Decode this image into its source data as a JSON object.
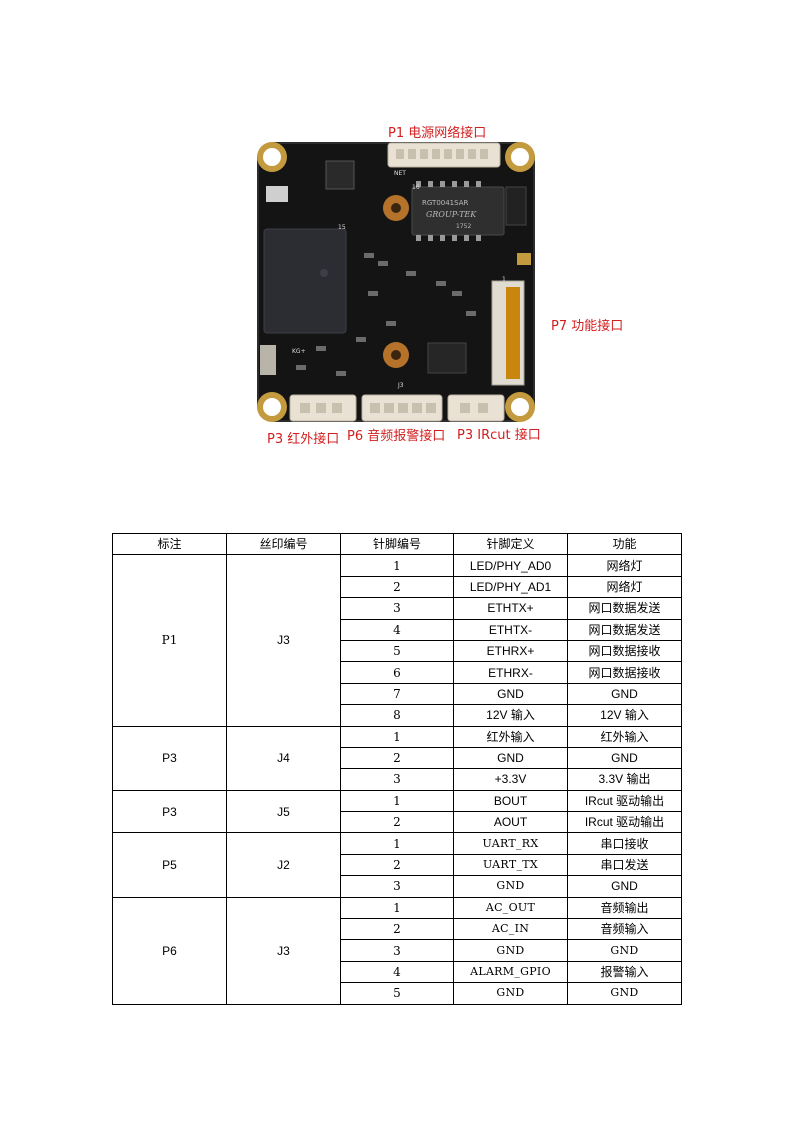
{
  "labels": {
    "p1": "P1  电源网络接口",
    "p7": "P7 功能接口",
    "p3a": "P3  红外接口",
    "p6": "P6  音频报警接口",
    "p3b": "P3 IRcut 接口"
  },
  "board_silk": {
    "net": "NET",
    "chip": "RGT0041SAR",
    "chip_brand": "GROUP-TEK",
    "chip_code": "1752",
    "j3": "J3",
    "kg": "KG+",
    "num_15": "15",
    "num_16": "16",
    "num_1": "1"
  },
  "table": {
    "headers": [
      "标注",
      "丝印编号",
      "针脚编号",
      "针脚定义",
      "功能"
    ],
    "groups": [
      {
        "mark": "P1",
        "silk": "J3",
        "rows": [
          {
            "pin": "1",
            "def": "LED/PHY_AD0",
            "func": "网络灯"
          },
          {
            "pin": "2",
            "def": "LED/PHY_AD1",
            "func": "网络灯"
          },
          {
            "pin": "3",
            "def": "ETHTX+",
            "func": "网口数据发送"
          },
          {
            "pin": "4",
            "def": "ETHTX-",
            "func": "网口数据发送"
          },
          {
            "pin": "5",
            "def": "ETHRX+",
            "func": "网口数据接收"
          },
          {
            "pin": "6",
            "def": "ETHRX-",
            "func": "网口数据接收"
          },
          {
            "pin": "7",
            "def": "GND",
            "func": "GND"
          },
          {
            "pin": "8",
            "def": "12V 输入",
            "func": "12V 输入"
          }
        ]
      },
      {
        "mark": "P3",
        "silk": "J4",
        "rows": [
          {
            "pin": "1",
            "def": "红外输入",
            "func": "红外输入"
          },
          {
            "pin": "2",
            "def": "GND",
            "func": "GND"
          },
          {
            "pin": "3",
            "def": "+3.3V",
            "func": "3.3V 输出"
          }
        ]
      },
      {
        "mark": "P3",
        "silk": "J5",
        "rows": [
          {
            "pin": "1",
            "def": "BOUT",
            "func": "IRcut 驱动输出"
          },
          {
            "pin": "2",
            "def": "AOUT",
            "func": "IRcut 驱动输出"
          }
        ]
      },
      {
        "mark": "P5",
        "silk": "J2",
        "rows": [
          {
            "pin": "1",
            "def": "UART_RX",
            "func": "串口接收"
          },
          {
            "pin": "2",
            "def": "UART_TX",
            "func": "串口发送"
          },
          {
            "pin": "3",
            "def": "GND",
            "func": "GND"
          }
        ]
      },
      {
        "mark": "P6",
        "silk": "J3",
        "rows": [
          {
            "pin": "1",
            "def": "AC_OUT",
            "func": "音频输出"
          },
          {
            "pin": "2",
            "def": "AC_IN",
            "func": "音频输入"
          },
          {
            "pin": "3",
            "def": "GND",
            "func": "GND"
          },
          {
            "pin": "4",
            "def": "ALARM_GPIO",
            "func": "报警输入"
          },
          {
            "pin": "5",
            "def": "GND",
            "func": "GND"
          }
        ]
      }
    ]
  }
}
